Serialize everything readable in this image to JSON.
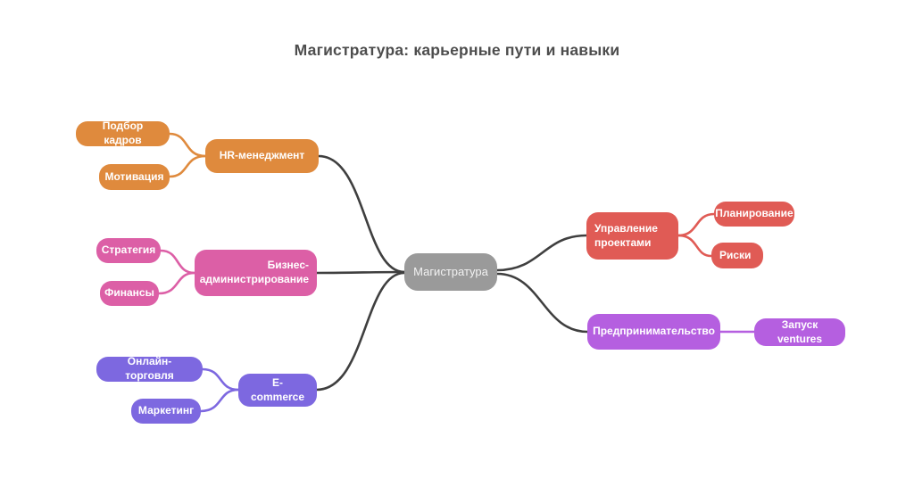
{
  "title": "Магистратура: карьерные пути и навыки",
  "title_color": "#4d4d4d",
  "background": "#ffffff",
  "edge_color": "#3f3f3f",
  "center": {
    "label": "Магистратура",
    "color": "#9a9a9a"
  },
  "branches": [
    {
      "id": "hr",
      "label": "HR-менеджмент",
      "color": "#df8a3d",
      "side": "left",
      "children": [
        {
          "label": "Подбор кадров"
        },
        {
          "label": "Мотивация"
        }
      ]
    },
    {
      "id": "business-administration",
      "label": "Бизнес-\nадминистрирование",
      "color": "#dc5fa6",
      "side": "left",
      "children": [
        {
          "label": "Стратегия"
        },
        {
          "label": "Финансы"
        }
      ]
    },
    {
      "id": "ecommerce",
      "label": "E-commerce",
      "color": "#7d68e0",
      "side": "left",
      "children": [
        {
          "label": "Онлайн-торговля"
        },
        {
          "label": "Маркетинг"
        }
      ]
    },
    {
      "id": "project-management",
      "label": "Управление\nпроектами",
      "color": "#e05b55",
      "side": "right",
      "children": [
        {
          "label": "Планирование"
        },
        {
          "label": "Риски"
        }
      ]
    },
    {
      "id": "entrepreneurship",
      "label": "Предпринимательство",
      "color": "#b55fe0",
      "side": "right",
      "children": [
        {
          "label": "Запуск ventures"
        }
      ]
    }
  ]
}
